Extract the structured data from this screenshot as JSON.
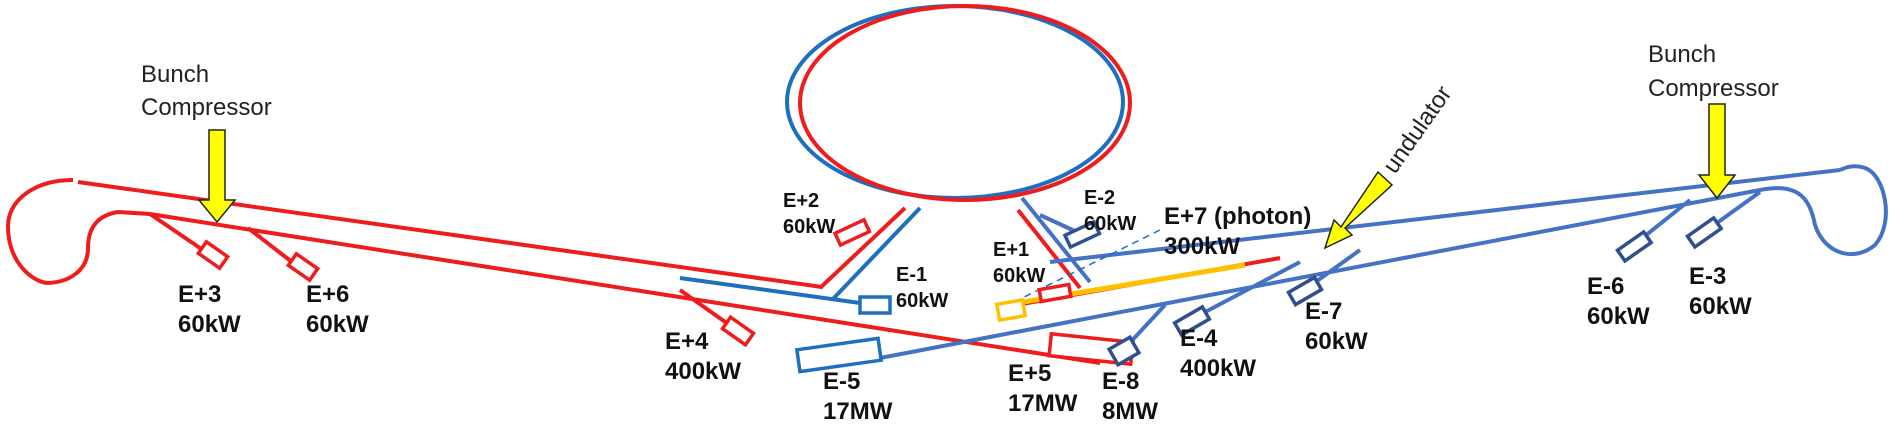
{
  "colors": {
    "red": "#ee1c1c",
    "blue": "#1e6fbf",
    "light_blue": "#4472c4",
    "dark_blue": "#2f4f8f",
    "yellow": "#ffff00",
    "orange": "#ffc000"
  },
  "annotations": {
    "bunch_compressor_left": [
      "Bunch",
      "Compressor"
    ],
    "bunch_compressor_right": [
      "Bunch",
      "Compressor"
    ],
    "undulator": "undulator"
  },
  "dumps": {
    "e_plus_3": {
      "name": "E+3",
      "power": "60kW"
    },
    "e_plus_6": {
      "name": "E+6",
      "power": "60kW"
    },
    "e_plus_4": {
      "name": "E+4",
      "power": "400kW"
    },
    "e_plus_2": {
      "name": "E+2",
      "power": "60kW"
    },
    "e_minus_1": {
      "name": "E-1",
      "power": "60kW"
    },
    "e_minus_5": {
      "name": "E-5",
      "power": "17MW"
    },
    "e_plus_1": {
      "name": "E+1",
      "power": "60kW"
    },
    "e_minus_2": {
      "name": "E-2",
      "power": "60kW"
    },
    "e_plus_7": {
      "name": "E+7 (photon)",
      "power": "300kW"
    },
    "e_plus_5": {
      "name": "E+5",
      "power": "17MW"
    },
    "e_minus_8": {
      "name": "E-8",
      "power": "8MW"
    },
    "e_minus_4": {
      "name": "E-4",
      "power": "400kW"
    },
    "e_minus_7": {
      "name": "E-7",
      "power": "60kW"
    },
    "e_minus_6": {
      "name": "E-6",
      "power": "60kW"
    },
    "e_minus_3": {
      "name": "E-3",
      "power": "60kW"
    }
  }
}
